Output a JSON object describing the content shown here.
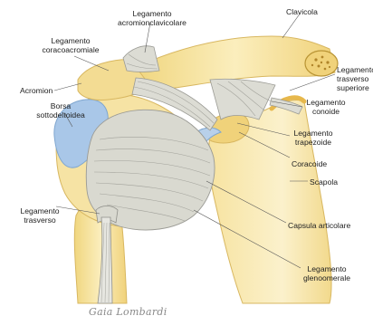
{
  "labels": {
    "clavicola": "Clavicola",
    "acromioclavicolare": [
      "Legamento",
      "acromionclavicolare"
    ],
    "coracoacromiale": [
      "Legamento",
      "coracoacromiale"
    ],
    "trasverso_superiore": [
      "Legamento",
      "trasverso",
      "superiore"
    ],
    "acromion": "Acromion",
    "conoide": [
      "Legamento",
      "conoide"
    ],
    "borsa": [
      "Borsa",
      "sottodeltoidea"
    ],
    "trapezoide": [
      "Legamento",
      "trapezoide"
    ],
    "coracoide": "Coracoide",
    "scapola": "Scapola",
    "trasverso": [
      "Legamento",
      "trasverso"
    ],
    "capsula": "Capsula articolare",
    "glenoomerale": [
      "Legamento",
      "glenoomerale"
    ]
  },
  "signature": "Gaia Lombardi",
  "colors": {
    "bone": "#f3dc93",
    "bone_light": "#fbf0c2",
    "bone_edge": "#d8b760",
    "ligament": "#dcdcd4",
    "ligament_line": "#9a9a94",
    "bursa": "#a9c7e8",
    "bursa_edge": "#7fa6cf",
    "cartilage": "#b8d0ea",
    "leader": "#555555"
  }
}
